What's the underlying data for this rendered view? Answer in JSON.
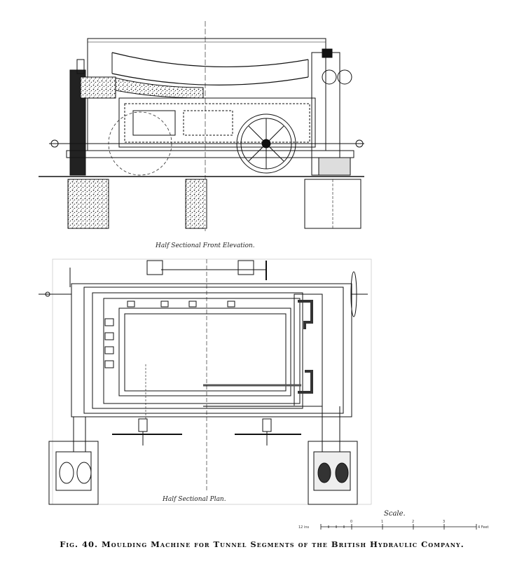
{
  "figure": {
    "caption": "Fig. 40. Moulding Machine for Tunnel Segments of the British Hydraulic Company.",
    "elevation_label": "Half Sectional Front Elevation.",
    "plan_label": "Half Sectional Plan.",
    "scale_label": "Scale.",
    "scale_start": "12 ins",
    "scale_ticks": [
      "0",
      "1",
      "2",
      "3"
    ],
    "scale_end": "4 Feet"
  }
}
